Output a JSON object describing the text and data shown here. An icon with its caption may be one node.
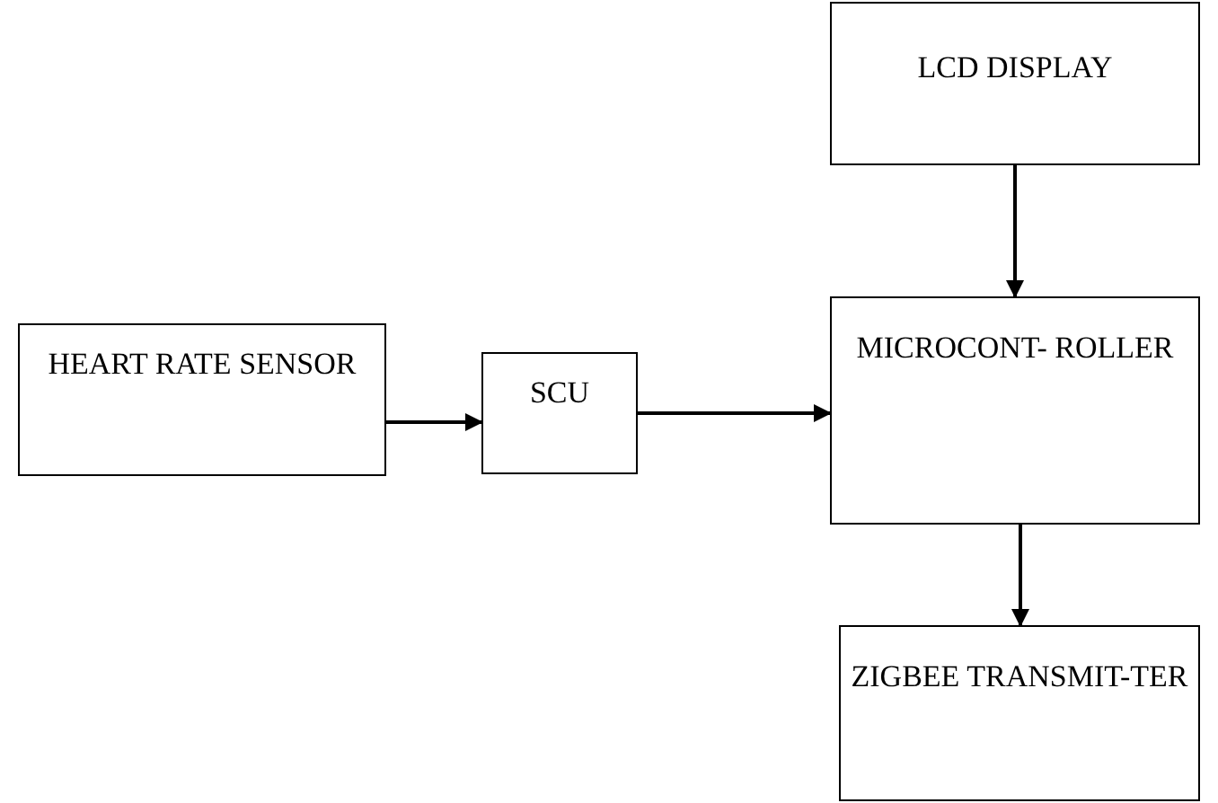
{
  "diagram": {
    "nodes": [
      {
        "text": [
          "LCD DISPLAY"
        ]
      },
      {
        "text": [
          "HEART RATE SENSOR"
        ]
      },
      {
        "text": [
          "SCU"
        ]
      },
      {
        "text": [
          "MICROCONT- ROLLER"
        ]
      },
      {
        "text": [
          "ZIGBEE TRANSMIT-TER"
        ]
      }
    ],
    "edges": [
      {
        "from": 1,
        "to": 2,
        "arrow": "to"
      },
      {
        "from": 2,
        "to": 3,
        "arrow": "to"
      },
      {
        "from": 0,
        "to": 3,
        "arrow": "to"
      },
      {
        "from": 3,
        "to": 4,
        "arrow": "to"
      }
    ]
  }
}
